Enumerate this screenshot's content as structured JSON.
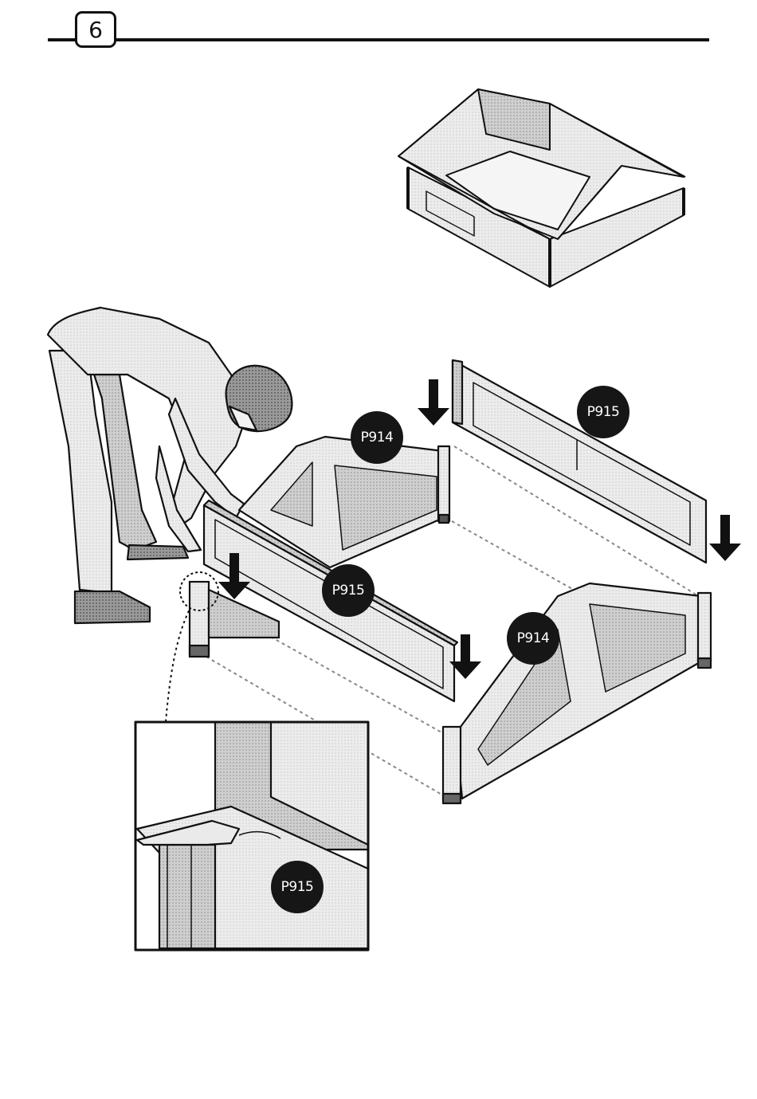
{
  "step": {
    "number": "6"
  },
  "parts": {
    "p915_back": "P915",
    "p914_left": "P914",
    "p915_front": "P915",
    "p914_right": "P914",
    "p915_detail": "P915"
  },
  "colors": {
    "ink": "#111111",
    "panel_fill": "#e8e8e8",
    "shade": "#9a9a9a",
    "label_bg": "#161616"
  },
  "icons": [
    "down-arrow-icon",
    "dotted-guide-line",
    "detail-callout-circle"
  ]
}
